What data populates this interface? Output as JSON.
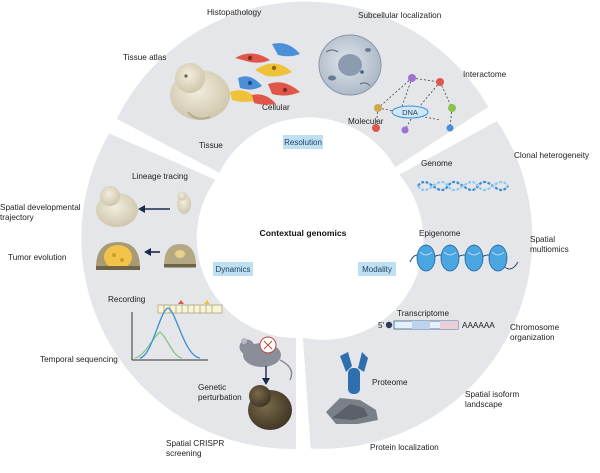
{
  "center_title": "Contextual genomics",
  "sections": {
    "resolution": "Resolution",
    "dynamics": "Dynamics",
    "modality": "Modality"
  },
  "resolution_labels": {
    "histopathology": "Histopathology",
    "subcellular": "Subcellular localization",
    "tissue_atlas": "Tissue atlas",
    "interactome": "Interactome",
    "cellular": "Cellular",
    "molecular": "Molecular",
    "dna": "DNA",
    "tissue": "Tissue"
  },
  "dynamics_labels": {
    "lineage_tracing": "Lineage tracing",
    "spatial_dev_line1": "Spatial developmental",
    "spatial_dev_line2": "trajectory",
    "tumor_evolution": "Tumor evolution",
    "recording": "Recording",
    "temporal_sequencing": "Temporal sequencing",
    "genetic_pert_line1": "Genetic",
    "genetic_pert_line2": "perturbation",
    "spatial_crispr_line1": "Spatial CRISPR",
    "spatial_crispr_line2": "screening"
  },
  "modality_labels": {
    "clonal_heterogeneity": "Clonal heterogeneity",
    "genome": "Genome",
    "epigenome": "Epigenome",
    "spatial_multiomics_line1": "Spatial",
    "spatial_multiomics_line2": "multiomics",
    "transcriptome": "Transcriptome",
    "five_prime": "5'",
    "poly_a": "AAAAAA",
    "chromosome_line1": "Chromosome",
    "chromosome_line2": "organization",
    "proteome": "Proteome",
    "isoform_line1": "Spatial isoform",
    "isoform_line2": "landscape",
    "protein_localization": "Protein localization"
  },
  "colors": {
    "ring": "#e4e6ea",
    "section_badge": "#bfe0f2",
    "dna_blue": "#3a8fd0",
    "protein_blue": "#2f6fae",
    "cell_red": "#e0574a",
    "cell_yellow": "#f0c23a",
    "cell_blue": "#4a8fd8",
    "tumor_yellow": "#f2c24b",
    "skin": "#e8e2cf"
  },
  "icons": {
    "fetus": "fetus-icon",
    "cells": "cells-icon",
    "organelle": "cell-organelle-icon",
    "network": "interactome-network-icon",
    "mouse": "mouse-icon",
    "scissors": "scissors-icon"
  }
}
